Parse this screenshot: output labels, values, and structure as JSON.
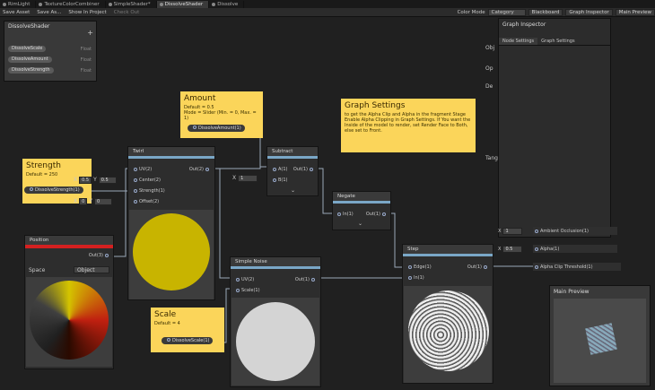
{
  "tabs": [
    {
      "label": "RimLight",
      "icon": "shader-graph-icon"
    },
    {
      "label": "TextureColorCombiner",
      "icon": "shader-graph-icon"
    },
    {
      "label": "SimpleShader*",
      "icon": "shader-graph-icon"
    },
    {
      "label": "DissolveShader",
      "icon": "shader-graph-icon"
    },
    {
      "label": "Dissolve",
      "icon": "shader-graph-icon"
    }
  ],
  "toolbar": {
    "save": "Save Asset",
    "save_as": "Save As...",
    "show_in_project": "Show In Project",
    "check_out": "Check Out",
    "color_mode_label": "Color Mode",
    "color_mode_value": "Category",
    "blackboard": "Blackboard",
    "graph_inspector": "Graph Inspector",
    "main_preview": "Main Preview"
  },
  "blackboard": {
    "title": "DissolveShader",
    "add": "+",
    "props": [
      {
        "name": "DissolveScale",
        "type": "Float"
      },
      {
        "name": "DissolveAmount",
        "type": "Float"
      },
      {
        "name": "DissolveStrength",
        "type": "Float"
      }
    ]
  },
  "amount_note": {
    "title": "Amount",
    "line1": "Default = 0.5",
    "line2": "Mode = Slider (Min. = 0, Max. = 1)",
    "pill": "DissolveAmount(1)"
  },
  "graph_note": {
    "title": "Graph Settings",
    "text": "to get the Alpha Clip and Alpha in the fragment Stage Enable Alpha Clipping in Graph Settings. If You want the Inside of the model to render, set Render Face to Both, else set to Front."
  },
  "strength_note": {
    "title": "Strength",
    "line1": "Default = 250",
    "pill": "DissolveStrength(1)"
  },
  "scale_note": {
    "title": "Scale",
    "line1": "Default = 4",
    "pill": "DissolveScale(1)"
  },
  "twirl": {
    "title": "Twirl",
    "inputs": [
      "UV(2)",
      "Center(2)",
      "Strength(1)",
      "Offset(2)"
    ],
    "output": "Out(2)",
    "center_x": "X",
    "center_x_val": "0.5",
    "center_y": "Y",
    "center_y_val": "0.5",
    "offset_x": "X",
    "offset_x_val": "0",
    "offset_y": "Y",
    "offset_y_val": "0",
    "preview_color": "#c8b400"
  },
  "subtract": {
    "title": "Subtract",
    "inputs": [
      "A(1)",
      "B(1)"
    ],
    "output": "Out(1)",
    "b_label": "X",
    "b_val": "1"
  },
  "negate": {
    "title": "Negate",
    "inputs": [
      "In(1)"
    ],
    "output": "Out(1)"
  },
  "step": {
    "title": "Step",
    "inputs": [
      "Edge(1)",
      "In(1)"
    ],
    "output": "Out(1)"
  },
  "noise": {
    "title": "Simple Noise",
    "inputs": [
      "UV(2)",
      "Scale(1)"
    ],
    "output": "Out(1)"
  },
  "position": {
    "title": "Position",
    "output": "Out(3)",
    "space_label": "Space",
    "space_value": "Object"
  },
  "inspector": {
    "title": "Graph Inspector",
    "tabs": [
      "Node Settings",
      "Graph Settings"
    ],
    "rows": [
      "Obj",
      "Op",
      "De",
      "Tang"
    ]
  },
  "master": {
    "ao_label": "X",
    "ao_val": "1",
    "ao": "Ambient Occlusion(1)",
    "alpha_label": "X",
    "alpha_val": "0.5",
    "alpha": "Alpha(1)",
    "clip": "Alpha Clip Threshold(1)"
  },
  "main_preview": {
    "title": "Main Preview"
  },
  "colors": {
    "accent": "#7aa7c7",
    "sticky": "#fbd55a",
    "position_bar": "#d42020",
    "twirl_preview": "#c8b400"
  }
}
